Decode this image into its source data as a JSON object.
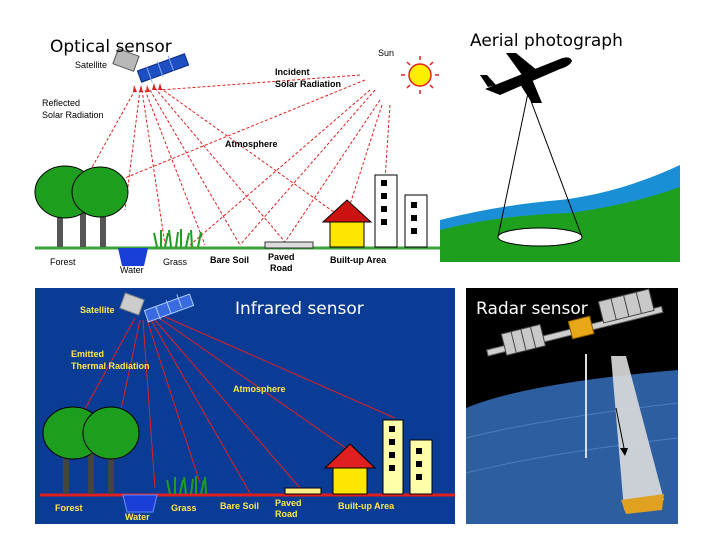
{
  "optical": {
    "title": "Optical sensor",
    "satellite": "Satellite",
    "sun": "Sun",
    "incident_1": "Incident",
    "incident_2": "Solar Radiation",
    "reflected_1": "Reflected",
    "reflected_2": "Solar Radiation",
    "atmosphere": "Atmosphere",
    "forest": "Forest",
    "water": "Water",
    "grass": "Grass",
    "bare_soil": "Bare Soil",
    "paved_1": "Paved",
    "paved_2": "Road",
    "builtup": "Built-up Area"
  },
  "aerial": {
    "title": "Aerial photograph"
  },
  "infrared": {
    "title": "Infrared sensor",
    "satellite": "Satellite",
    "emitted_1": "Emitted",
    "emitted_2": "Thermal Radiation",
    "atmosphere": "Atmosphere",
    "forest": "Forest",
    "water": "Water",
    "grass": "Grass",
    "bare_soil": "Bare Soil",
    "paved_1": "Paved",
    "paved_2": "Road",
    "builtup": "Built-up Area"
  },
  "radar": {
    "title": "Radar sensor"
  },
  "colors": {
    "ray_red": "#e02020",
    "infrared_bg": "#0a3c96",
    "sea_blue": "#1a8fd6",
    "grass_green": "#2a9a2a",
    "sun_yellow": "#ffee00",
    "house_yellow": "#ffe600",
    "roof_red": "#cc1111"
  }
}
